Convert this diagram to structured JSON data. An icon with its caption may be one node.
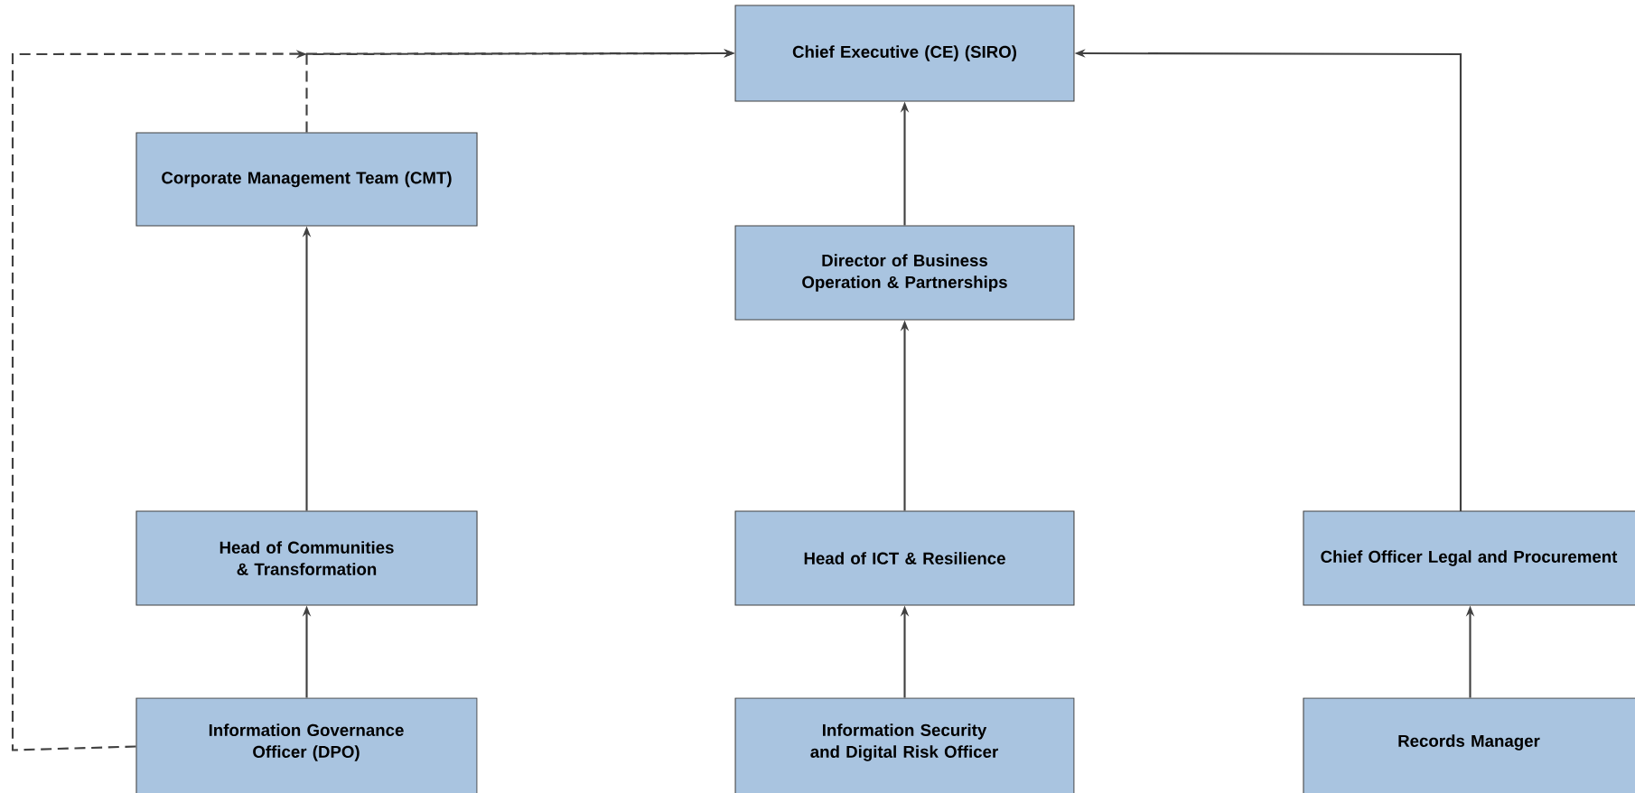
{
  "diagram": {
    "nodes": [
      {
        "text": [
          "Chief Executive (CE) (SIRO)"
        ]
      },
      {
        "text": [
          "Corporate Management Team (CMT)"
        ]
      },
      {
        "text": [
          "Director of Business Operation & Partnerships"
        ]
      },
      {
        "text": [
          "Head of Communities & Transformation"
        ]
      },
      {
        "text": [
          "Head of ICT & Resilience"
        ]
      },
      {
        "text": [
          "Chief Officer Legal and Procurement"
        ]
      },
      {
        "text": [
          "Information Governance Officer (DPO)"
        ]
      },
      {
        "text": [
          "Information Security and Digital Risk Officer"
        ]
      },
      {
        "text": [
          "Records Manager"
        ]
      }
    ],
    "edges": [
      {
        "from": 6,
        "to": 0,
        "arrow": "to",
        "style": "dashed"
      },
      {
        "from": 1,
        "to": 0,
        "arrow": "to",
        "style": "dashed"
      },
      {
        "from": 5,
        "to": 0,
        "arrow": "to"
      },
      {
        "from": 2,
        "to": 0,
        "arrow": "to"
      },
      {
        "from": 3,
        "to": 1,
        "arrow": "to"
      },
      {
        "from": 4,
        "to": 2,
        "arrow": "to"
      },
      {
        "from": 6,
        "to": 3,
        "arrow": "to"
      },
      {
        "from": 7,
        "to": 4,
        "arrow": "to"
      },
      {
        "from": 8,
        "to": 5,
        "arrow": "to"
      }
    ]
  }
}
